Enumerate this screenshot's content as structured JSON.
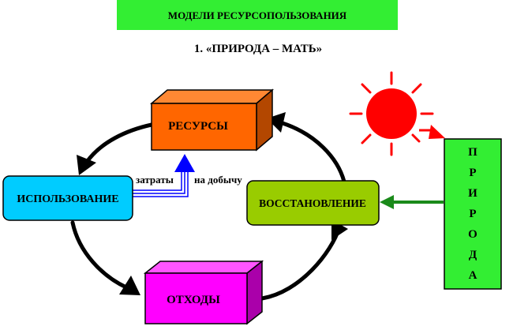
{
  "header": {
    "title": "МОДЕЛИ   РЕСУРСОПОЛЬЗОВАНИЯ",
    "subtitle": "1.    «ПРИРОДА – МАТЬ»"
  },
  "nodes": {
    "resources": "РЕСУРСЫ",
    "usage": "ИСПОЛЬЗОВАНИЕ",
    "restoration": "ВОССТАНОВЛЕНИЕ",
    "waste": "ОТХОДЫ",
    "nature": [
      "П",
      "Р",
      "И",
      "Р",
      "О",
      "Д",
      "А"
    ]
  },
  "labels": {
    "costs": "затраты",
    "extraction": "на добычу"
  },
  "colors": {
    "header_bg": "#33ee33",
    "resources": "#ff6600",
    "usage": "#00ccff",
    "restoration": "#99cc00",
    "waste": "#ff00ff",
    "nature": "#33ee33",
    "sun": "#ff0000",
    "blue_arrow": "#0000ff",
    "green_arrow": "#1a8a1a"
  },
  "icons": {
    "sun": "sun-icon"
  }
}
